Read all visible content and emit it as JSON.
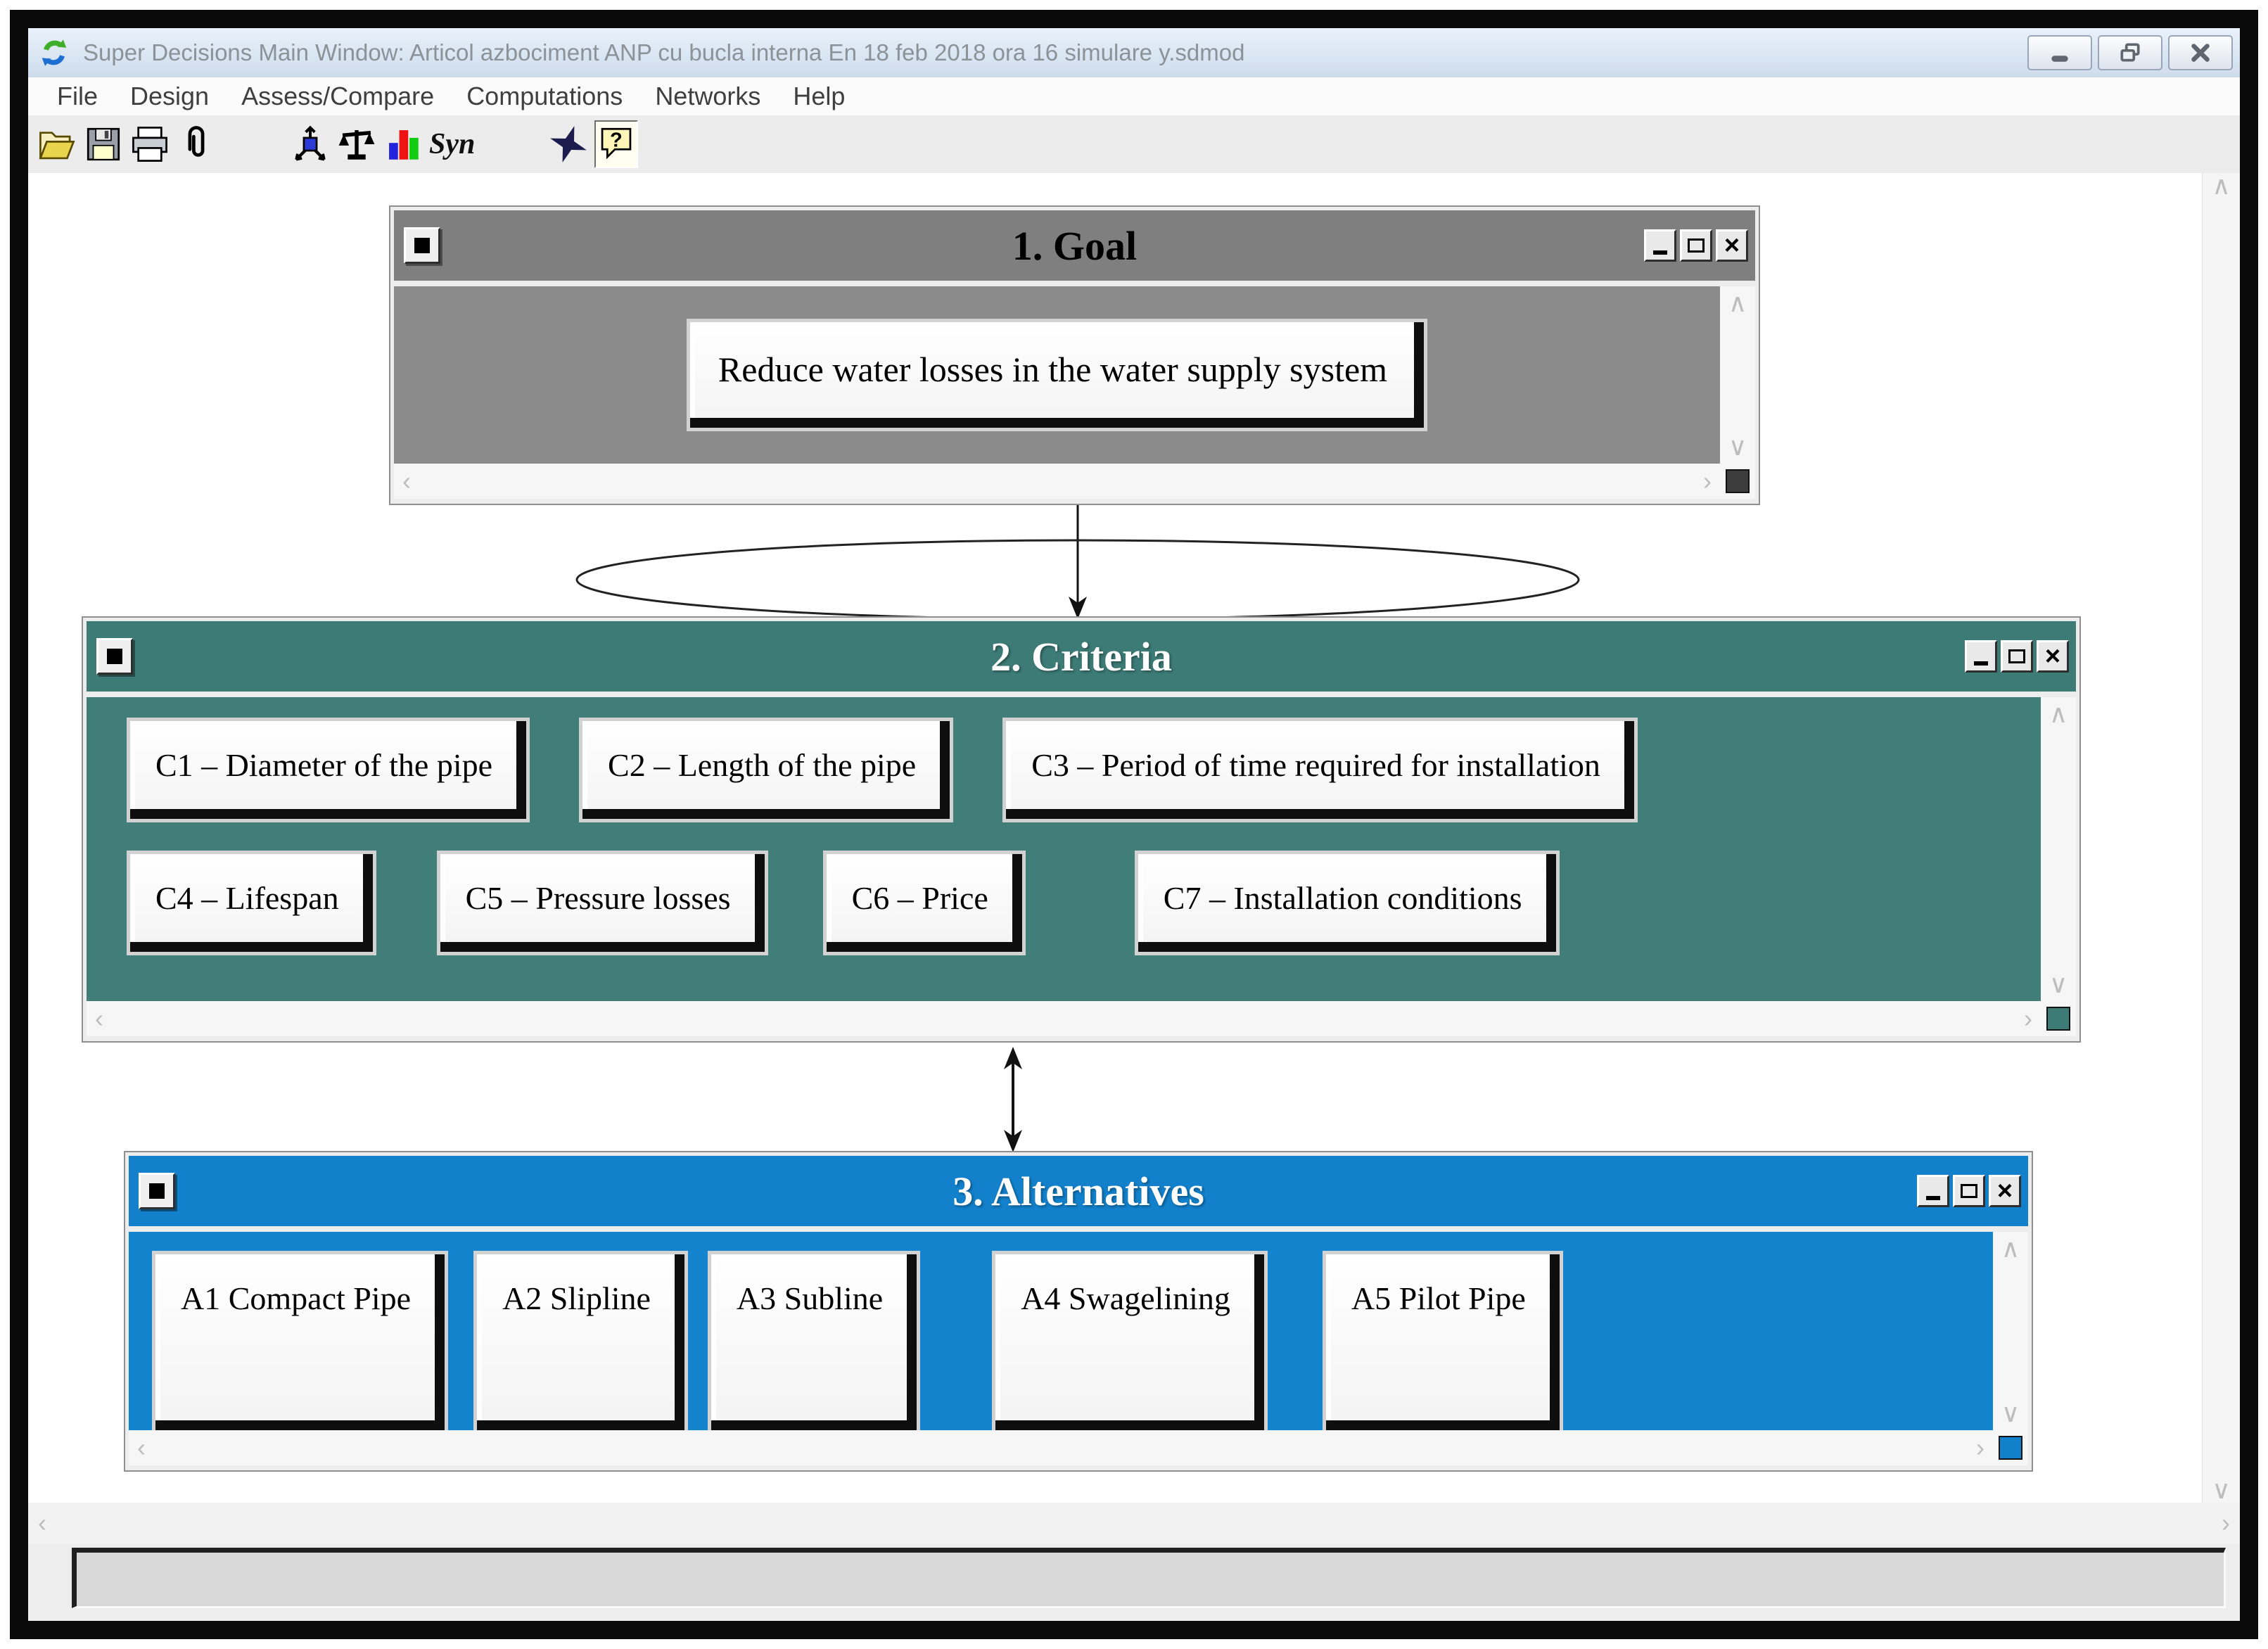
{
  "window": {
    "title": "Super Decisions Main Window: Articol azbociment ANP cu bucla interna En 18 feb 2018 ora 16 simulare y.sdmod",
    "brand_icon": "super-decisions-logo",
    "controls": [
      {
        "name": "minimize-button",
        "icon": "minimize-icon"
      },
      {
        "name": "restore-button",
        "icon": "restore-icon"
      },
      {
        "name": "close-button",
        "icon": "close-icon"
      }
    ]
  },
  "menu": {
    "items": [
      "File",
      "Design",
      "Assess/Compare",
      "Computations",
      "Networks",
      "Help"
    ]
  },
  "toolbar": {
    "items": [
      {
        "name": "open-file-icon"
      },
      {
        "name": "save-file-icon"
      },
      {
        "name": "print-icon"
      },
      {
        "name": "attach-file-icon"
      },
      {
        "name": "node-connections-icon"
      },
      {
        "name": "pairwise-compare-icon"
      },
      {
        "name": "priorities-chart-icon"
      },
      {
        "name": "synthesize-button",
        "label": "Syn"
      },
      {
        "name": "navigator-star-icon"
      },
      {
        "name": "help-icon",
        "pressed": true
      }
    ],
    "syn_label": "Syn"
  },
  "clusters": [
    {
      "title": "1. Goal",
      "header_color": "#7f7f7f",
      "body_color": "#8b8b8b",
      "title_color": "#000000",
      "grip_color": "#3c3c3c",
      "rows": [
        [
          "Reduce water losses in the water supply system"
        ]
      ]
    },
    {
      "title": "2. Criteria",
      "header_color": "#3d7b76",
      "body_color": "#417e7a",
      "title_color": "#ffffff",
      "grip_color": "#3d7b76",
      "rows": [
        [
          "C1 – Diameter of the pipe",
          "C2 – Length of the pipe",
          "C3 – Period of time required for installation"
        ],
        [
          "C4 – Lifespan",
          "C5 – Pressure losses",
          "C6 – Price",
          "C7 – Installation conditions"
        ]
      ]
    },
    {
      "title": "3. Alternatives",
      "header_color": "#1280ca",
      "body_color": "#1383cd",
      "title_color": "#ffffff",
      "grip_color": "#1280ca",
      "rows": [
        [
          "A1 Compact Pipe",
          "A2 Slipline",
          "A3 Subline",
          "A4 Swagelining",
          "A5 Pilot Pipe"
        ]
      ]
    }
  ],
  "connections": [
    {
      "from": "1. Goal",
      "to": "2. Criteria",
      "type": "one-way-arrow"
    },
    {
      "cluster": "2. Criteria",
      "type": "inner-dependence-loop"
    },
    {
      "from": "2. Criteria",
      "to": "3. Alternatives",
      "type": "two-way-arrow"
    }
  ],
  "command_bar": {
    "value": ""
  }
}
